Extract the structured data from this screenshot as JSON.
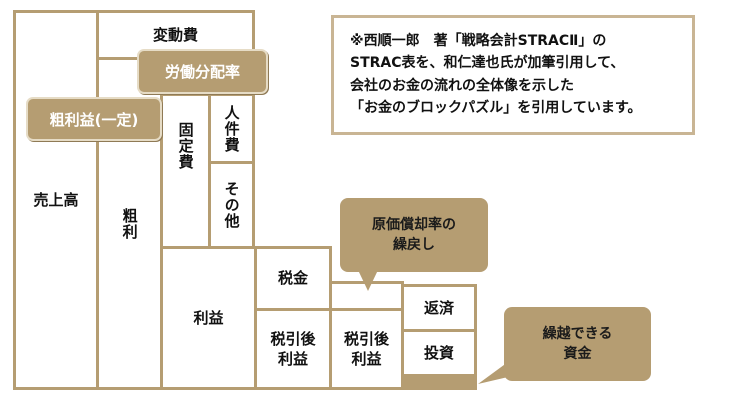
{
  "diagram": {
    "blocks": {
      "sales": "売上高",
      "variable_cost": "変動費",
      "gross_profit": "粗利",
      "fixed_cost": "固定費",
      "personnel": "人件費",
      "other": "その他",
      "profit": "利益",
      "tax": "税金",
      "after_tax_profit_a": "税引後利益",
      "after_tax_profit_b": "税引後利益",
      "repayment": "返済",
      "investment": "投資"
    },
    "chips": {
      "labor_share": "労働分配率",
      "gross_profit_fixed": "粗利益(一定)"
    },
    "callouts": {
      "depreciation_line1": "原価償却率の",
      "depreciation_line2": "繰戻し",
      "carryover_line1": "繰越できる",
      "carryover_line2": "資金"
    },
    "note": {
      "line1": "※西順一郎　著「戦略会計STRACⅡ」の",
      "line2": "STRAC表を、和仁達也氏が加筆引用して、",
      "line3": "会社のお金の流れの全体像を示した",
      "line4": "「お金のブロックパズル」を引用しています。"
    }
  },
  "colors": {
    "accent": "#b59d72",
    "background": "#ffffff"
  }
}
